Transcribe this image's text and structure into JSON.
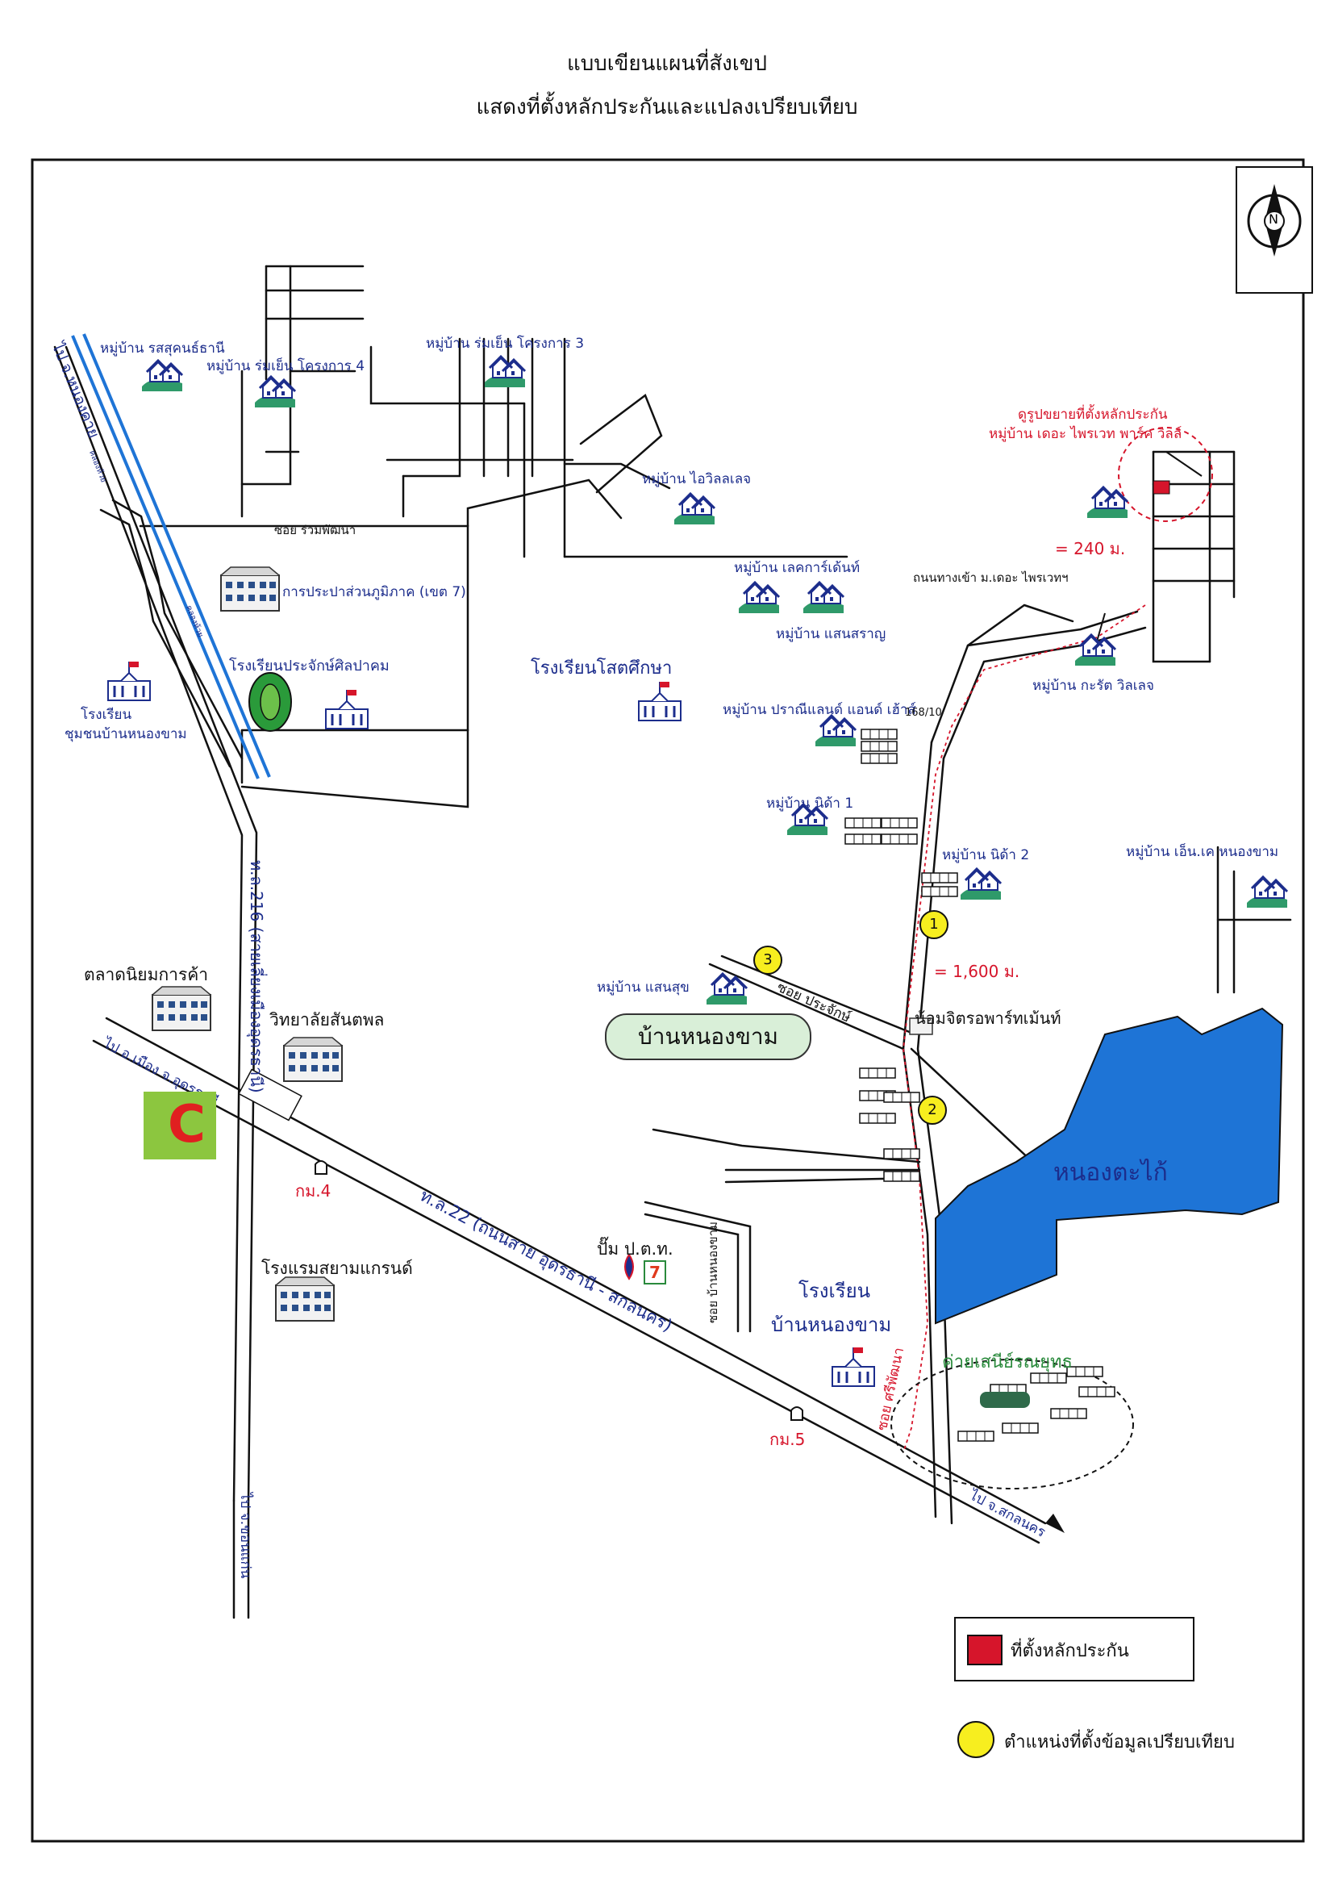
{
  "title": {
    "line1": "แบบเขียนแผนที่สังเขป",
    "line2": "แสดงที่ตั้งหลักประกันและแปลงเปรียบเทียบ"
  },
  "colors": {
    "road": "#111111",
    "canal": "#1e74d6",
    "lake": "#1e74d6",
    "text_blue": "#1c2d8c",
    "collateral_red": "#d6152b",
    "marker_yellow": "#f7ee1f",
    "pill_green": "#d9efd8"
  },
  "icons": {
    "village": "house-icon",
    "school": "school-icon",
    "building": "building-icon",
    "stadium": "stadium-icon",
    "km_post": "km-marker-icon",
    "gas": "gas-station-icon",
    "compass": "north-arrow-icon"
  },
  "compass": {
    "label": "N"
  },
  "labels": {
    "v_rotsukon": "หมู่บ้าน รสสุคนธ์ธานี",
    "v_romyen4": "หมู่บ้าน ร่มเย็น โครงการ 4",
    "v_romyen3": "หมู่บ้าน ร่มเย็น โครงการ 3",
    "v_ivillage": "หมู่บ้าน ไอวิลลเลจ",
    "v_lakegarden": "หมู่บ้าน เลคการ์เด้นท์",
    "v_saensaran": "หมู่บ้าน แสนสราญ",
    "v_pranee": "หมู่บ้าน ปราณีแลนด์ แอนด์ เฮ้าส์",
    "v_nida1": "หมู่บ้าน นิด้า 1",
    "v_nida2": "หมู่บ้าน นิด้า 2",
    "v_nk": "หมู่บ้าน เอ็น.เค หนองขาม",
    "v_saensuk": "หมู่บ้าน แสนสุข",
    "v_karat": "หมู่บ้าน กะรัต วิลเลจ",
    "soi_rompattana": "ซอย ร่วมพัฒนา",
    "waterworks": "การประปาส่วนภูมิภาค (เขต 7)",
    "school_prajak": "โรงเรียนประจักษ์ศิลปาคม",
    "school_sot": "โรงเรียนโสตศึกษา",
    "school_chumchon_1": "โรงเรียน",
    "school_chumchon_2": "ชุมชนบ้านหนองขาม",
    "market": "ตลาดนิยมการค้า",
    "college": "วิทยาลัยสันตพล",
    "hotel": "โรงแรมสยามแกรนด์",
    "gas": "ปั๊ม ป.ต.ท.",
    "school_bnk_1": "โรงเรียน",
    "school_bnk_2": "บ้านหนองขาม",
    "camp": "ค่ายเสนีย์รณยุทธ",
    "lake": "หนองตะไก้",
    "village_center": "บ้านหนองขาม",
    "soi_prajak": "ซอย ประจักษ์",
    "soi_nongkham": "ซอย บ้านหนองขาม",
    "soi_sripattana": "ซอย ศรีพัฒนา",
    "apartment": "น้อมจิตรอพาร์ทเม้นท์",
    "km4": "กม.4",
    "km5": "กม.5",
    "dist_1600": "= 1,600 ม.",
    "dist_240": "= 240 ม.",
    "entrance_road": "ถนนทางเข้า ม.เดอะ ไพรเวทฯ",
    "enlarge_1": "ดูรูปขยายที่ตั้งหลักประกัน",
    "enlarge_2": "หมู่บ้าน เดอะ ไพรเวท พาร์ค วิลล์",
    "house_no": "168/10",
    "road_nongkhai": "ไป จ.หนองคาย",
    "road_216": "ท.ล.216 (สายเลี่ยงเมืองอุดรธานี)",
    "road_khonkaen": "ไป จ.ขอนแก่น",
    "road_22": "ท.ล.22 (ถนนสาย อุดรธานี - สกลนคร)",
    "road_amphoe": "ไป อ.เมือง จ.อุดรธานี",
    "road_sakon": "ไป จ.สกลนคร",
    "canal_top": "คลองห้วย",
    "canal_mid": "คลองห้วย"
  },
  "markers": [
    "1",
    "2",
    "3"
  ],
  "legend": {
    "collateral": "ที่ตั้งหลักประกัน",
    "comparison": "ตำแหน่งที่ตั้งข้อมูลเปรียบเทียบ"
  },
  "seven_label": "7",
  "bigc_label": "C"
}
